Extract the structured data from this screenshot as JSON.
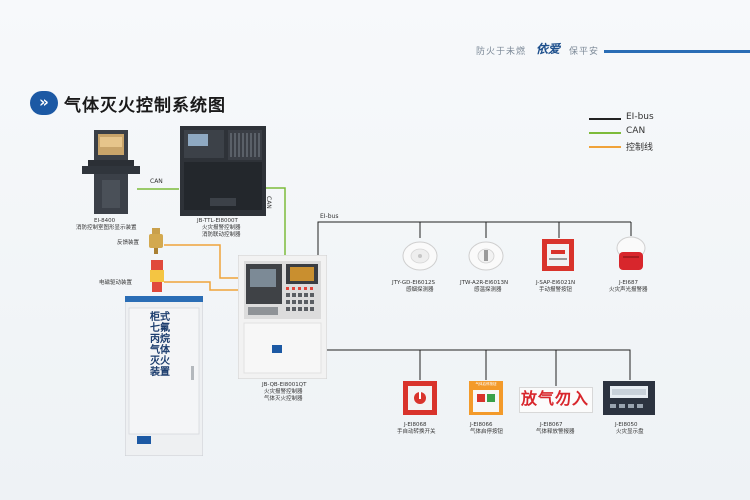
{
  "header": {
    "slogan_left": "防火于未燃",
    "slogan_signature": "依爱",
    "slogan_right": "保平安",
    "title": "气体灭火控制系统图",
    "title_icon": "double-chevron-right-icon"
  },
  "legend": [
    {
      "label": "EI-bus",
      "color": "#222222"
    },
    {
      "label": "CAN",
      "color": "#7dbb3a"
    },
    {
      "label": "控制线",
      "color": "#f0a33a"
    }
  ],
  "bus_labels": {
    "can_horizontal": "CAN",
    "can_vertical": "CAN",
    "ei_bus": "EI-bus"
  },
  "devices": {
    "graphic_display": {
      "model": "EI-8400",
      "name": "消防控制室图形显示装置"
    },
    "fire_controller": {
      "model": "JB-TTL-EI8000T",
      "name1": "火灾报警控制器",
      "name2": "消防联动控制器"
    },
    "gas_controller": {
      "model": "JB-QB-EI8001QT",
      "name1": "火灾报警控制器",
      "name2": "气体灭火控制器"
    },
    "feedback_device": {
      "name": "反馈装置"
    },
    "solenoid_device": {
      "name": "电磁驱动装置"
    },
    "cabinet": {
      "text": "柜式七氟丙烷气体灭火装置"
    },
    "smoke_detector": {
      "model": "JTY-GD-EI6012S",
      "name": "感烟探测器"
    },
    "heat_detector": {
      "model": "JTW-A2R-EI6013N",
      "name": "感温探测器"
    },
    "manual_call_point": {
      "model": "J-SAP-EI6021N",
      "name": "手动报警按钮"
    },
    "sounder": {
      "model": "J-EI687",
      "name": "火灾声光报警器"
    },
    "manual_auto_switch": {
      "model": "J-EI8068",
      "name": "手自动转换开关"
    },
    "start_stop_button": {
      "model": "J-EI8066",
      "name": "气体启停按钮",
      "face_text": "气体启停按钮"
    },
    "gas_release_sign": {
      "model": "J-EI8067",
      "name": "气体释放警报器",
      "face_text": "放气勿入"
    },
    "fire_display": {
      "model": "J-EI8050",
      "name": "火灾显示盘"
    }
  }
}
